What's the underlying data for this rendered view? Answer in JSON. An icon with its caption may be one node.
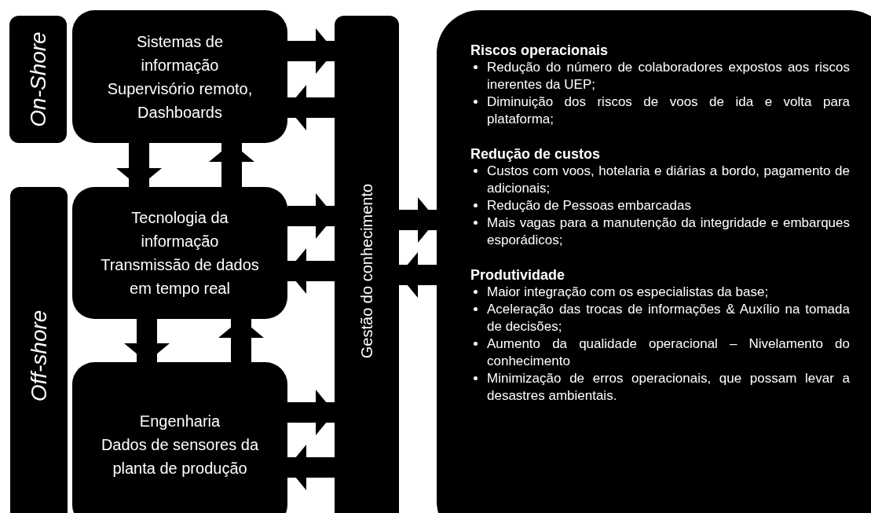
{
  "diagram": {
    "nodes": [
      {
        "text": [
          "On-Shore"
        ]
      },
      {
        "text": [
          "Off-shore"
        ]
      },
      {
        "text": [
          "Sistemas de informação",
          "Supervisório remoto, Dashboards"
        ]
      },
      {
        "text": [
          "Tecnologia da informação",
          "Transmissão de dados em tempo real"
        ]
      },
      {
        "text": [
          "Engenharia",
          "Dados de sensores da planta de produção"
        ]
      },
      {
        "text": [
          "Gestão do conhecimento"
        ]
      },
      {
        "text": [
          "Riscos operacionais",
          "Redução do número de colaboradores expostos aos riscos inerentes da UEP;",
          "Diminuição dos riscos  de voos de ida e volta para plataforma;",
          "Redução de custos",
          "Custos com voos, hotelaria e diárias a bordo, pagamento de adicionais;",
          "Redução de Pessoas embarcadas",
          "Mais vagas para a manutenção da integridade e embarques esporádicos;",
          "Produtividade",
          "Maior integração com os especialistas da base;",
          "Aceleração das trocas de informações & Auxílio na tomada de decisões;",
          "Aumento da qualidade operacional – Nivelamento do conhecimento",
          "Minimização de erros operacionais, que possam levar a desastres ambientais."
        ]
      }
    ],
    "edges": [
      {
        "from": 2,
        "to": 5,
        "arrow": "to"
      },
      {
        "from": 5,
        "to": 2,
        "arrow": "to"
      },
      {
        "from": 2,
        "to": 3,
        "arrow": "to"
      },
      {
        "from": 3,
        "to": 2,
        "arrow": "to"
      },
      {
        "from": 3,
        "to": 5,
        "arrow": "to"
      },
      {
        "from": 5,
        "to": 3,
        "arrow": "to"
      },
      {
        "from": 3,
        "to": 4,
        "arrow": "to"
      },
      {
        "from": 4,
        "to": 3,
        "arrow": "to"
      },
      {
        "from": 4,
        "to": 5,
        "arrow": "to"
      },
      {
        "from": 5,
        "to": 4,
        "arrow": "to"
      },
      {
        "from": 5,
        "to": 6,
        "arrow": "to"
      },
      {
        "from": 6,
        "to": 5,
        "arrow": "to"
      }
    ]
  }
}
